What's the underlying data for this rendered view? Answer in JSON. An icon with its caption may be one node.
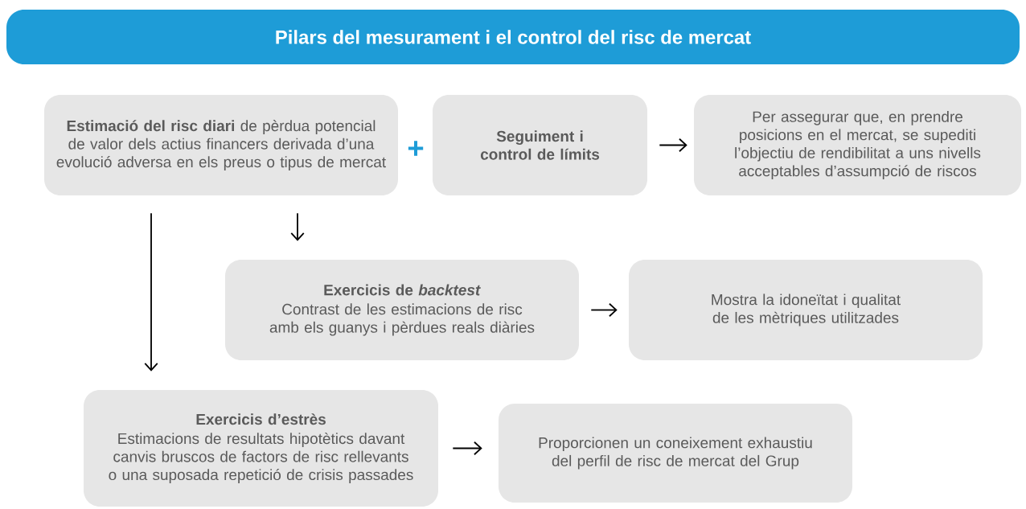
{
  "diagram": {
    "title": "Pilars del mesurament i el control del risc de mercat",
    "nodes": [
      {
        "text": [
          "**Estimació del risc diari** de pèrdua potencial de valor dels actius financers derivada d’una evolució adversa en els preus o tipus de mercat"
        ]
      },
      {
        "text": [
          "Seguiment i control de límits"
        ]
      },
      {
        "text": [
          "Per assegurar que, en prendre posicions en el mercat, se supediti l’objectiu de rendibilitat a uns nivells acceptables d’assumpció de riscos"
        ]
      },
      {
        "text": [
          "Exercicis de *backtest*",
          "Contrast de les estimacions de risc amb els guanys i pèrdues reals diàries"
        ]
      },
      {
        "text": [
          "Mostra la idoneïtat i qualitat de les mètriques utilitzades"
        ]
      },
      {
        "text": [
          "Exercicis d’estrès",
          "Estimacions de resultats hipotètics davant canvis bruscos de factors de risc rellevants o una suposada repetició de crisis passades"
        ]
      },
      {
        "text": [
          "Proporcionen un coneixement exhaustiu del perfil de risc de mercat del Grup"
        ]
      }
    ],
    "edges": [
      {
        "from": 1,
        "to": 2,
        "arrow": "to"
      },
      {
        "from": 0,
        "to": 5,
        "arrow": "to"
      },
      {
        "from": 0,
        "to": 3,
        "arrow": "to"
      },
      {
        "from": 3,
        "to": 4,
        "arrow": "to"
      },
      {
        "from": 5,
        "to": 6,
        "arrow": "to"
      }
    ],
    "labels": [
      "+"
    ]
  }
}
